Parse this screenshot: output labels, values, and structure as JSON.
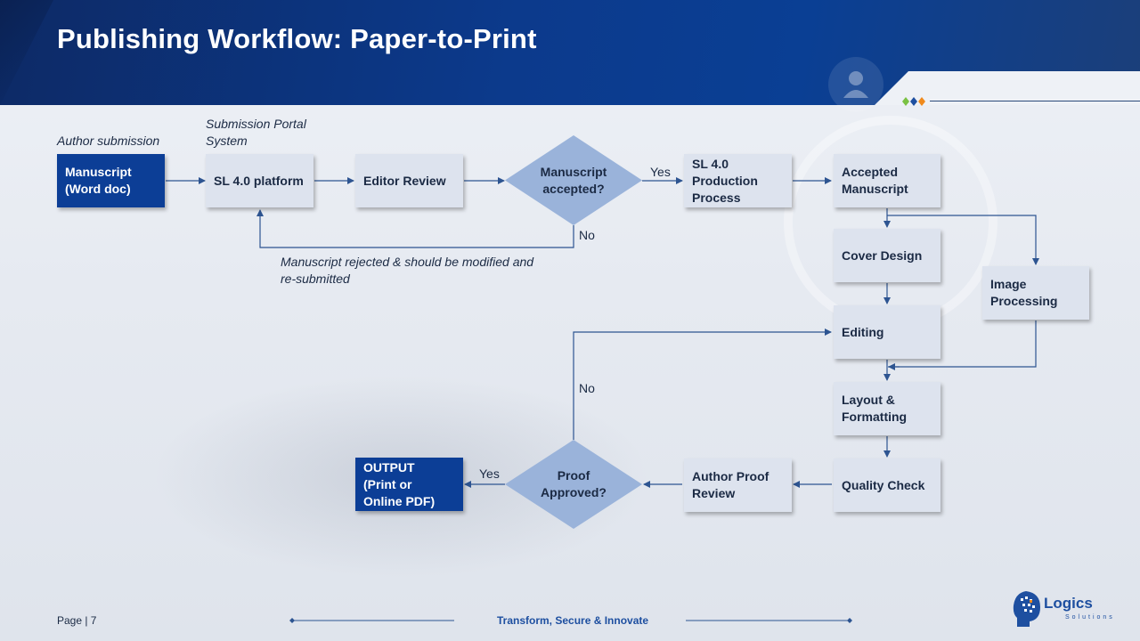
{
  "slide": {
    "title": "Publishing Workflow: Paper-to-Print",
    "page_label": "Page | 7",
    "tagline": "Transform, Secure & Innovate",
    "logo": {
      "name": "Logics",
      "sub": "Solutions"
    }
  },
  "colors": {
    "header": "#0c3a8c",
    "box_light": "#dde3ee",
    "box_dark": "#0c3e96",
    "decision": "#9ab3da",
    "connector": "#2d5491",
    "accent_green": "#7ac143",
    "accent_blue": "#1e4fa0",
    "accent_orange": "#f08a1c"
  },
  "diagram": {
    "labels": {
      "author_submission": "Author submission",
      "portal": "Submission Portal\nSystem",
      "yes_top": "Yes",
      "no_top": "No",
      "rejected_note": "Manuscript rejected & should be modified and\nre-submitted",
      "no_bottom": "No",
      "yes_bottom": "Yes"
    },
    "nodes": {
      "manuscript": "Manuscript\n(Word doc)",
      "platform": "SL 4.0 platform",
      "editor_review": "Editor Review",
      "accepted_q": "Manuscript\naccepted?",
      "production": "SL 4.0\nProduction\nProcess",
      "accepted_ms": "Accepted\nManuscript",
      "cover": "Cover Design",
      "image_proc": "Image\nProcessing",
      "editing": "Editing",
      "layout": "Layout &\nFormatting",
      "quality": "Quality Check",
      "author_proof": "Author Proof\nReview",
      "proof_q": "Proof\nApproved?",
      "output": "OUTPUT\n(Print or\nOnline PDF)"
    }
  }
}
